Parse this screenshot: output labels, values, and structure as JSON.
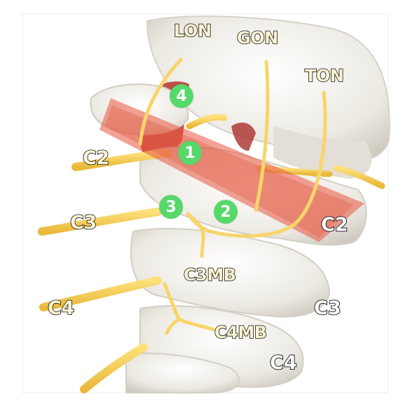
{
  "nerve_labels": {
    "lon": "LON",
    "gon": "GON",
    "ton": "TON",
    "c3mb": "C3MB",
    "c4mb": "C4MB"
  },
  "spinal_nerve_labels": {
    "c2": "C2",
    "c3": "C3",
    "c4": "C4"
  },
  "vertebra_labels": {
    "c2": "C2",
    "c3": "C3",
    "c4": "C4"
  },
  "markers": [
    "1",
    "2",
    "3",
    "4"
  ],
  "colors": {
    "nerve": "#f6cf52",
    "marker": "#57d86a",
    "target_zone": "#e8553f",
    "bone": "#f2efe8"
  }
}
